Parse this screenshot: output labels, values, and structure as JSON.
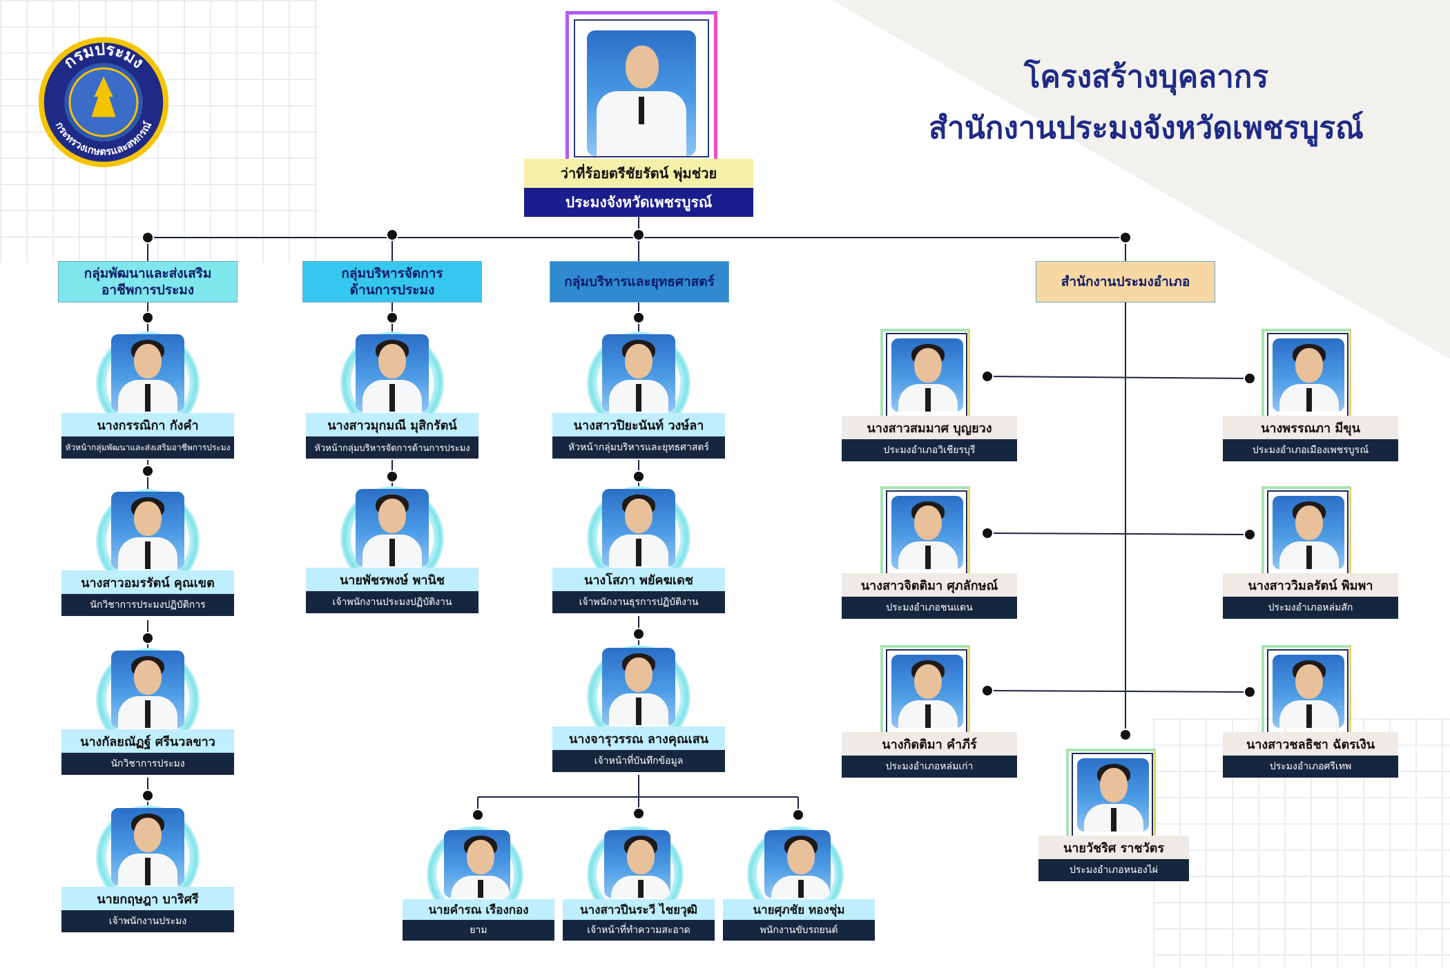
{
  "header": {
    "title_line1": "โครงสร้างบุคลากร",
    "title_line2": "สำนักงานประมงจังหวัดเพชรบูรณ์"
  },
  "logo": {
    "top_text": "กรมประมง",
    "bottom_text": "กระทรวงเกษตรและสหกรณ์"
  },
  "chief": {
    "name": "ว่าที่ร้อยตรีชัยรัตน์ พุ่มช่วย",
    "role": "ประมงจังหวัดเพชรบูรณ์"
  },
  "groups": [
    {
      "label": "กลุ่มพัฒนาและส่งเสริม\nอาชีพการประมง",
      "color": "#7fe6ec"
    },
    {
      "label": "กลุ่มบริหารจัดการ\nด้านการประมง",
      "color": "#36c7ee"
    },
    {
      "label": "กลุ่มบริหารและยุทธศาสตร์",
      "color": "#2f8ad2"
    },
    {
      "label": "สำนักงานประมงอำเภอ",
      "color": "#f7d8a2"
    }
  ],
  "group1_staff": [
    {
      "name": "นางกรรณิกา กังคำ",
      "role": "หัวหน้ากลุ่มพัฒนาและส่งเสริมอาชีพการประมง"
    },
    {
      "name": "นางสาวอมรรัตน์  คุณเขต",
      "role": "นักวิชาการประมงปฏิบัติการ"
    },
    {
      "name": "นางกัลยณัฏฐ์ ศรีนวลขาว",
      "role": "นักวิชาการประมง"
    },
    {
      "name": "นายกฤษฎา บาริศรี",
      "role": "เจ้าพนักงานประมง"
    }
  ],
  "group2_staff": [
    {
      "name": "นางสาวมุกมณี มุสิกรัตน์",
      "role": "หัวหน้ากลุ่มบริหารจัดการด้านการประมง"
    },
    {
      "name": "นายพัชรพงษ์ พานิช",
      "role": "เจ้าพนักงานประมงปฏิบัติงาน"
    }
  ],
  "group3_staff": [
    {
      "name": "นางสาวปิยะนันท์ วงษ์ลา",
      "role": "หัวหน้ากลุ่มบริหารและยุทธศาสตร์"
    },
    {
      "name": "นางโสภา พยัคฆเดช",
      "role": "เจ้าพนักงานธุรการปฏิบัติงาน"
    },
    {
      "name": "นางจารุวรรณ ลางคุณเสน",
      "role": "เจ้าหน้าที่บันทึกข้อมูล"
    }
  ],
  "group3_support": [
    {
      "name": "นายคำรณ เรืองกอง",
      "role": "ยาม"
    },
    {
      "name": "นางสาวปีนระวี ไชยวุฒิ",
      "role": "เจ้าหน้าที่ทำความสะอาด"
    },
    {
      "name": "นายศุภชัย ทองชุ่ม",
      "role": "พนักงานขับรถยนต์"
    }
  ],
  "district_staff": [
    {
      "name": "นางสาวสมมาศ บุญยวง",
      "role": "ประมงอำเภอวิเชียรบุรี"
    },
    {
      "name": "นางพรรณภา มีขุน",
      "role": "ประมงอำเภอเมืองเพชรบูรณ์"
    },
    {
      "name": "นางสาวจิตติมา ศุภลักษณ์",
      "role": "ประมงอำเภอชนแดน"
    },
    {
      "name": "นางสาววิมลรัตน์ พิมพา",
      "role": "ประมงอำเภอหล่มสัก"
    },
    {
      "name": "นางกิตติมา คำภีร์",
      "role": "ประมงอำเภอหล่มเก่า"
    },
    {
      "name": "นางสาวชลธิชา ฉัตรเงิน",
      "role": "ประมงอำเภอศรีเทพ"
    },
    {
      "name": "นายวัชริศ ราชวัตร",
      "role": "ประมงอำเภอหนองไผ่"
    }
  ],
  "colors": {
    "title": "#1f2a86",
    "name_bar": "#bfeeff",
    "role_bar": "#17263f",
    "chief_name_bar": "#f5f0a8",
    "chief_role_bar": "#1b1d8f",
    "district_name_bar": "#efeae5"
  }
}
